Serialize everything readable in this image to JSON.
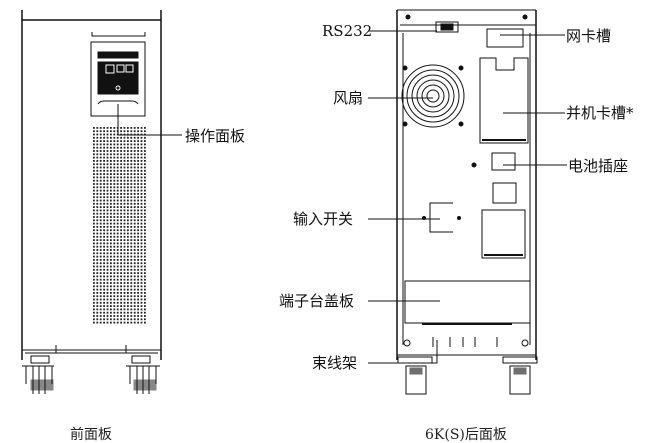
{
  "front": {
    "caption": "前面板",
    "labels": {
      "control_panel": "操作面板"
    }
  },
  "rear": {
    "caption": "6K(S)后面板",
    "labels": {
      "rs232": "RS232",
      "fan": "风扇",
      "input_switch": "输入开关",
      "terminal_cover": "端子台盖板",
      "cable_rack": "束线架",
      "network_card_slot": "网卡槽",
      "parallel_card_slot": "并机卡槽*",
      "battery_socket": "电池插座"
    }
  }
}
